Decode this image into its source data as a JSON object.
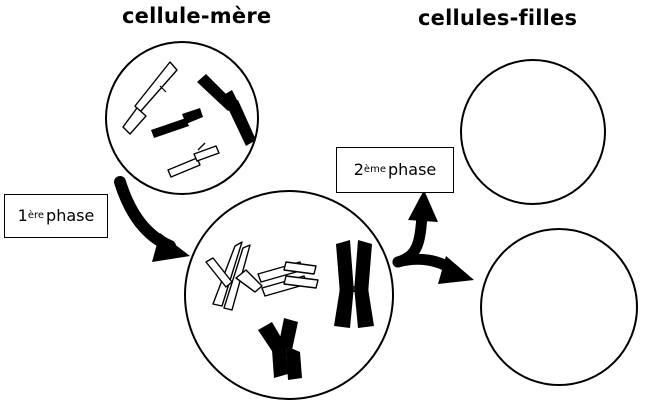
{
  "titles": {
    "mother_cell": "cellule-mère",
    "daughter_cells": "cellules-filles"
  },
  "phases": {
    "first": {
      "ordinal": "1",
      "suffix": "ère",
      "word": "phase"
    },
    "second": {
      "ordinal": "2",
      "suffix": "ème",
      "word": "phase"
    }
  },
  "colors": {
    "ink": "#000000",
    "paper": "#ffffff"
  }
}
